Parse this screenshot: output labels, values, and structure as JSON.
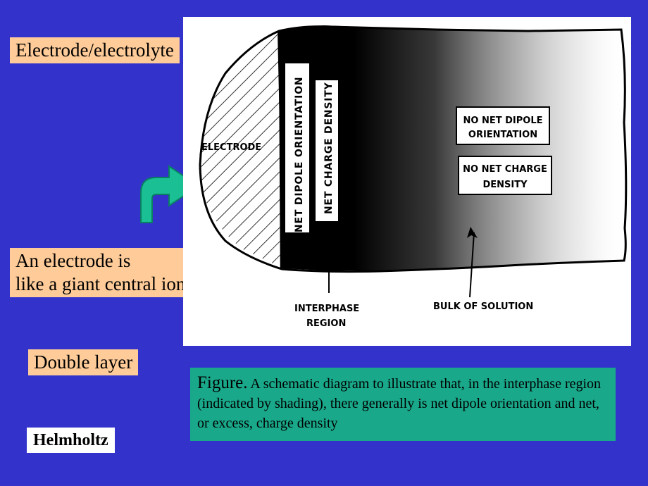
{
  "labels": {
    "electrode_electrolyte": "Electrode/electrolyte",
    "giant_ion_line1": "An electrode is",
    "giant_ion_line2": "like a giant central ion",
    "double_layer": "Double layer",
    "helmholtz": "Helmholtz"
  },
  "diagram": {
    "electrode": "ELECTRODE",
    "net_dipole_orientation": "NET DIPOLE ORIENTATION",
    "net_charge_density": "NET CHARGE DENSITY",
    "no_net_dipole_line1": "NO NET DIPOLE",
    "no_net_dipole_line2": "ORIENTATION",
    "no_net_charge_line1": "NO NET CHARGE",
    "no_net_charge_line2": "DENSITY",
    "interphase_line1": "INTERPHASE",
    "interphase_line2": "REGION",
    "bulk_of_solution": "BULK OF SOLUTION"
  },
  "caption": {
    "head": "Figure.",
    "body": " A schematic diagram to illustrate that, in the interphase region (indicated by shading), there generally is net dipole orientation and net, or excess, charge density"
  },
  "colors": {
    "background": "#3333cc",
    "label_box": "#ffcc99",
    "caption_box": "#1aa88a",
    "arrow": "#1abf94"
  },
  "icons": {
    "arrow": "curved-arrow-icon"
  }
}
